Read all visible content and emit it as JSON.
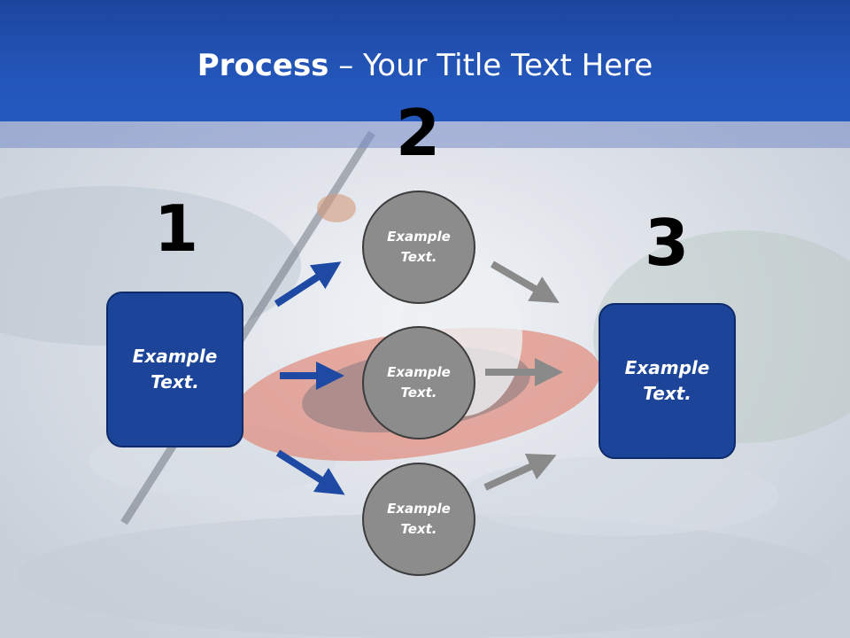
{
  "title": {
    "bold": "Process",
    "rest": " – Your Title Text Here"
  },
  "steps": [
    {
      "number": "1",
      "text": "Example Text."
    },
    {
      "number": "2",
      "text": "Example Text."
    },
    {
      "number": "3",
      "text": "Example Text."
    }
  ],
  "circles": [
    {
      "text": "Example Text."
    },
    {
      "text": "Example Text."
    },
    {
      "text": "Example Text."
    }
  ],
  "colors": {
    "title_bar": "#2355b8",
    "box_fill": "#1c4599",
    "circle_fill": "#8c8c8c",
    "arrow_blue": "#1f4aa3",
    "arrow_gray": "#8a8a8a"
  }
}
